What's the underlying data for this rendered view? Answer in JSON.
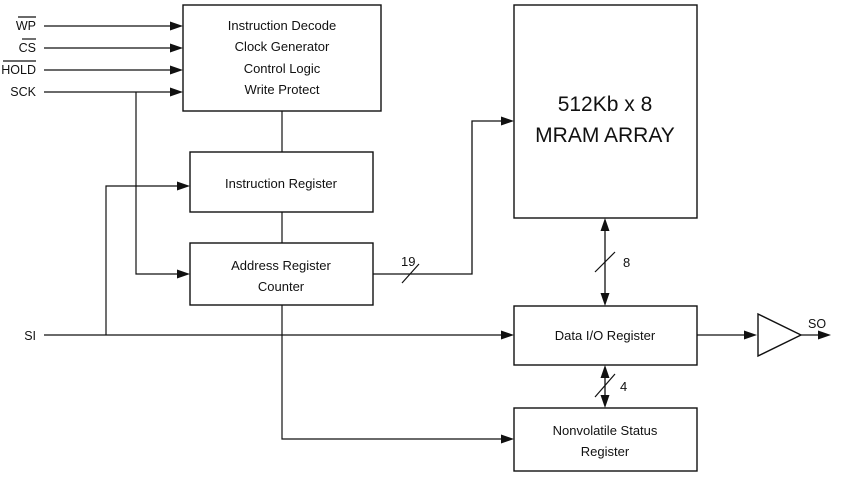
{
  "signals": {
    "wp": "WP",
    "cs": "CS",
    "hold": "HOLD",
    "sck": "SCK",
    "si": "SI",
    "so": "SO"
  },
  "blocks": {
    "control": [
      "Instruction Decode",
      "Clock Generator",
      "Control Logic",
      "Write Protect"
    ],
    "instruction_register": [
      "Instruction Register"
    ],
    "address_register": [
      "Address Register",
      "Counter"
    ],
    "mram_array": [
      "512Kb x 8",
      "MRAM ARRAY"
    ],
    "data_io_register": [
      "Data I/O Register"
    ],
    "status_register": [
      "Nonvolatile Status",
      "Register"
    ]
  },
  "bus_widths": {
    "address": "19",
    "data": "8",
    "status": "4"
  }
}
